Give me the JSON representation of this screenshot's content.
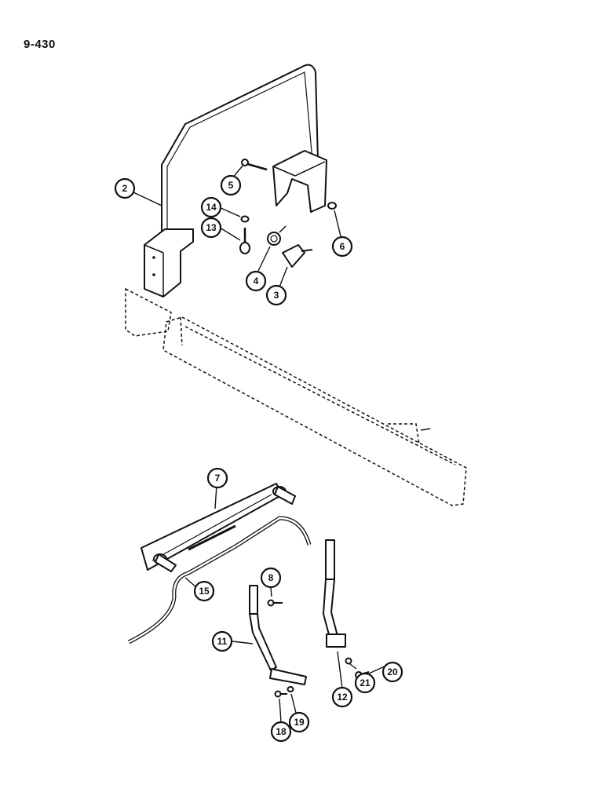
{
  "page_code": "9-430",
  "callouts": [
    {
      "id": "2",
      "label": "2"
    },
    {
      "id": "5",
      "label": "5"
    },
    {
      "id": "14",
      "label": "14"
    },
    {
      "id": "13",
      "label": "13"
    },
    {
      "id": "6",
      "label": "6"
    },
    {
      "id": "4",
      "label": "4"
    },
    {
      "id": "3",
      "label": "3"
    },
    {
      "id": "7",
      "label": "7"
    },
    {
      "id": "15",
      "label": "15"
    },
    {
      "id": "8",
      "label": "8"
    },
    {
      "id": "11",
      "label": "11"
    },
    {
      "id": "12",
      "label": "12"
    },
    {
      "id": "21",
      "label": "21"
    },
    {
      "id": "20",
      "label": "20"
    },
    {
      "id": "18",
      "label": "18"
    },
    {
      "id": "19",
      "label": "19"
    }
  ]
}
